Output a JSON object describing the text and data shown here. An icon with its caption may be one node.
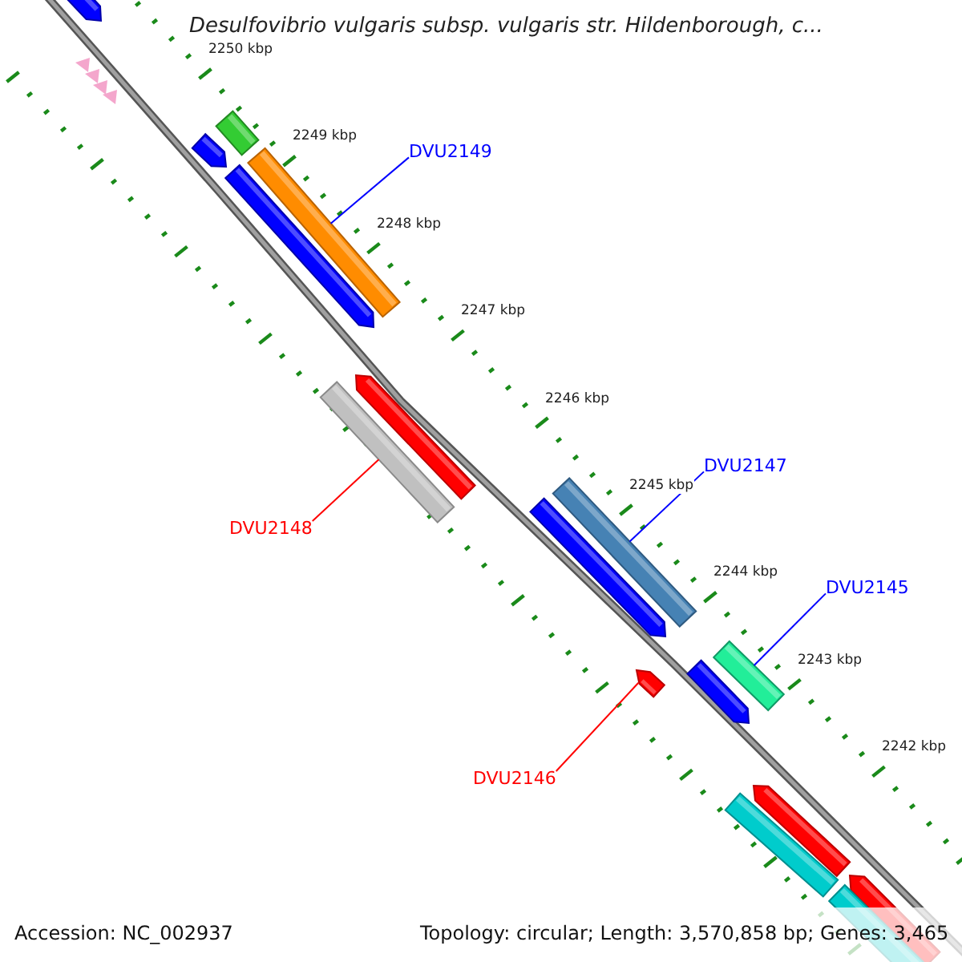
{
  "diagram": {
    "title": "Desulfovibrio vulgaris subsp. vulgaris str. Hildenborough, c...",
    "nodes": [
      {
        "text": [
          "DVU2149"
        ]
      },
      {
        "text": [],
        "shape": "bar"
      },
      {
        "text": [
          "DVU2148"
        ]
      },
      {
        "text": [],
        "shape": "bar"
      },
      {
        "text": [
          "DVU2147"
        ]
      },
      {
        "text": [],
        "shape": "bar"
      },
      {
        "text": [
          "DVU2145"
        ]
      },
      {
        "text": [],
        "shape": "bar"
      },
      {
        "text": [
          "DVU2146"
        ]
      },
      {
        "text": [],
        "shape": "arrow"
      }
    ],
    "edges": [
      {
        "from": 0,
        "to": 1,
        "arrow": "none"
      },
      {
        "from": 2,
        "to": 3,
        "arrow": "none",
        "color": "#ff0000"
      },
      {
        "from": 4,
        "to": 5,
        "arrow": "none"
      },
      {
        "from": 6,
        "to": 7,
        "arrow": "none"
      },
      {
        "from": 8,
        "to": 9,
        "arrow": "none",
        "color": "#ff0000"
      }
    ],
    "labels": [
      "2250 kbp",
      "2249 kbp",
      "2248 kbp",
      "2247 kbp",
      "2246 kbp",
      "2245 kbp",
      "2244 kbp",
      "2243 kbp",
      "2242 kbp",
      "Accession: NC_002937",
      "Topology: circular; Length: 3,570,858 bp; Genes: 3,465"
    ]
  }
}
